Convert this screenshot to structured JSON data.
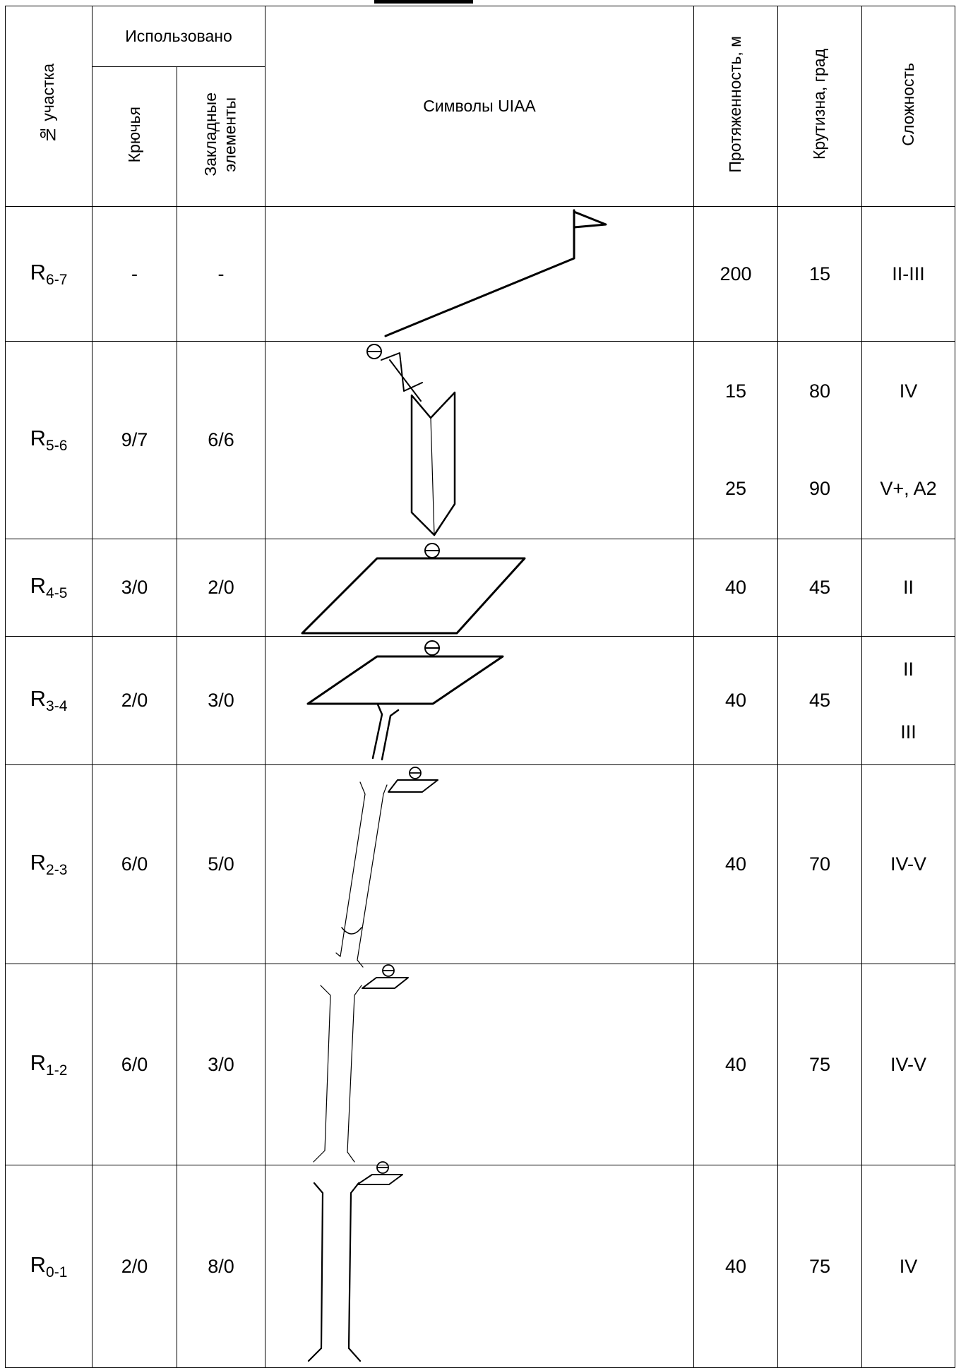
{
  "header": {
    "segment_no": "№ участка",
    "used_group": "Использовано",
    "pitons": "Крючья",
    "chocks": "Закладные\nэлементы",
    "symbols": "Символы UIAA",
    "length": "Протяженность, м",
    "steepness": "Крутизна, град",
    "difficulty": "Сложность"
  },
  "rows": [
    {
      "seg": "R",
      "sub": "6-7",
      "pitons": "-",
      "chocks": "-",
      "length": [
        "200"
      ],
      "steep": [
        "15"
      ],
      "diff": [
        "II-III"
      ]
    },
    {
      "seg": "R",
      "sub": "5-6",
      "pitons": "9/7",
      "chocks": "6/6",
      "length": [
        "15",
        "25"
      ],
      "steep": [
        "80",
        "90"
      ],
      "diff": [
        "IV",
        "V+, A2"
      ]
    },
    {
      "seg": "R",
      "sub": "4-5",
      "pitons": "3/0",
      "chocks": "2/0",
      "length": [
        "40"
      ],
      "steep": [
        "45"
      ],
      "diff": [
        "II"
      ]
    },
    {
      "seg": "R",
      "sub": "3-4",
      "pitons": "2/0",
      "chocks": "3/0",
      "length": [
        "40"
      ],
      "steep": [
        "45"
      ],
      "diff": [
        "II",
        "III"
      ]
    },
    {
      "seg": "R",
      "sub": "2-3",
      "pitons": "6/0",
      "chocks": "5/0",
      "length": [
        "40"
      ],
      "steep": [
        "70"
      ],
      "diff": [
        "IV-V"
      ]
    },
    {
      "seg": "R",
      "sub": "1-2",
      "pitons": "6/0",
      "chocks": "3/0",
      "length": [
        "40"
      ],
      "steep": [
        "75"
      ],
      "diff": [
        "IV-V"
      ]
    },
    {
      "seg": "R",
      "sub": "0-1",
      "pitons": "2/0",
      "chocks": "8/0",
      "length": [
        "40"
      ],
      "steep": [
        "75"
      ],
      "diff": [
        "IV"
      ]
    }
  ]
}
